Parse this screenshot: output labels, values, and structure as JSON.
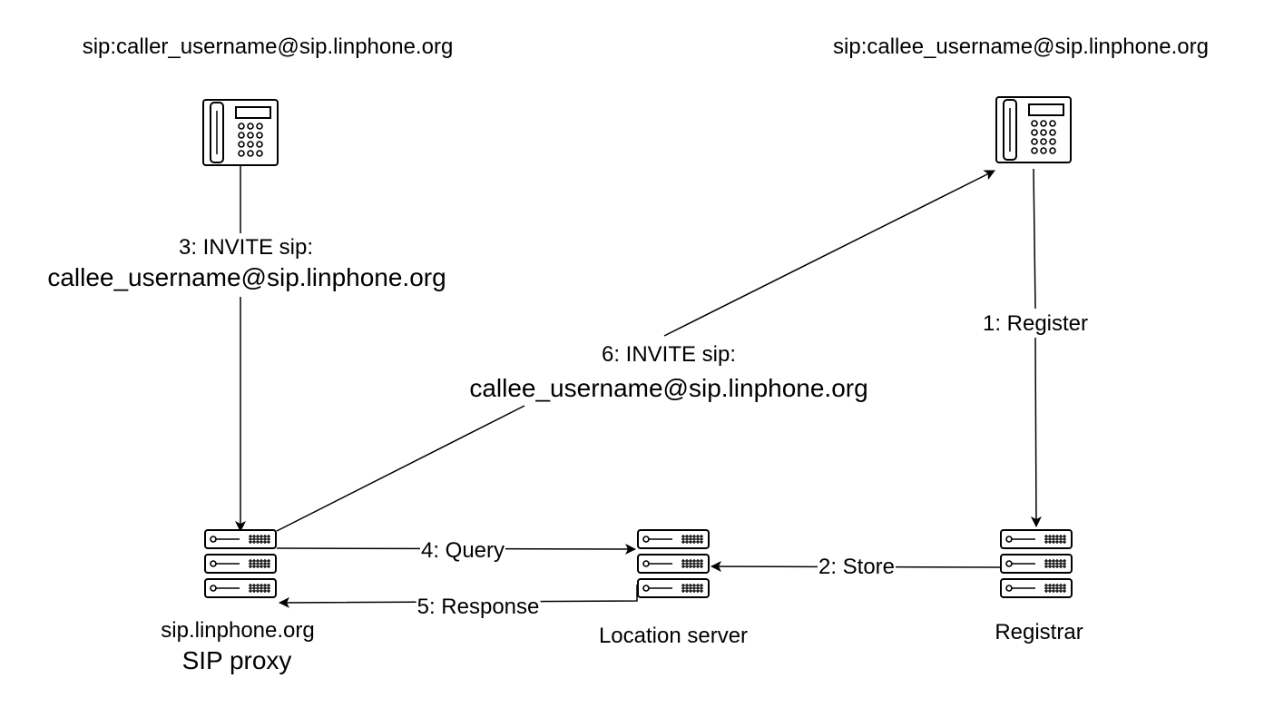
{
  "caller_uri": "sip:caller_username@sip.linphone.org",
  "callee_uri": "sip:callee_username@sip.linphone.org",
  "proxy": {
    "domain": "sip.linphone.org",
    "role": "SIP proxy"
  },
  "location_server": {
    "label": "Location server"
  },
  "registrar": {
    "label": "Registrar"
  },
  "messages": {
    "register": "1: Register",
    "store": "2: Store",
    "invite_caller": {
      "line1": "3: INVITE sip:",
      "line2": "callee_username@sip.linphone.org"
    },
    "query": "4: Query",
    "response": "5: Response",
    "invite_callee": {
      "line1": "6: INVITE sip:",
      "line2": "callee_username@sip.linphone.org"
    }
  },
  "icons": {
    "caller_phone": "desk-phone-icon",
    "callee_phone": "desk-phone-icon",
    "proxy_server": "server-rack-icon",
    "location_server": "server-rack-icon",
    "registrar_server": "server-rack-icon"
  },
  "colors": {
    "stroke": "#000000",
    "background": "#ffffff"
  }
}
